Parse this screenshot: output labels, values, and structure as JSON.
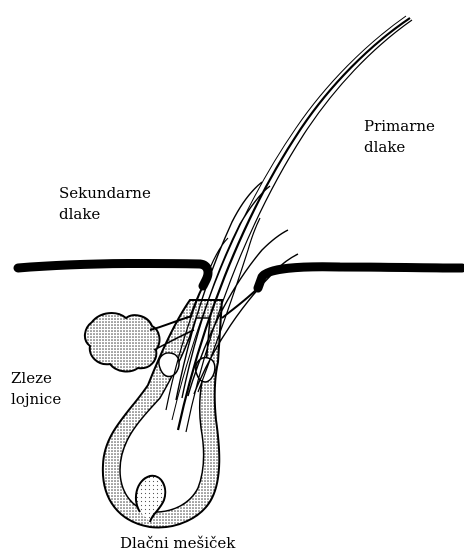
{
  "labels": {
    "primary_hairs": [
      "Primarne",
      "dlake"
    ],
    "secondary_hairs": [
      "Sekundarne",
      "dlake"
    ],
    "sebaceous_glands": [
      "Zleze",
      "lojnice"
    ],
    "hair_follicle": "Dlačni mešiček"
  },
  "colors": {
    "ink": "#000000",
    "background": "#ffffff",
    "dots": "#555555"
  }
}
